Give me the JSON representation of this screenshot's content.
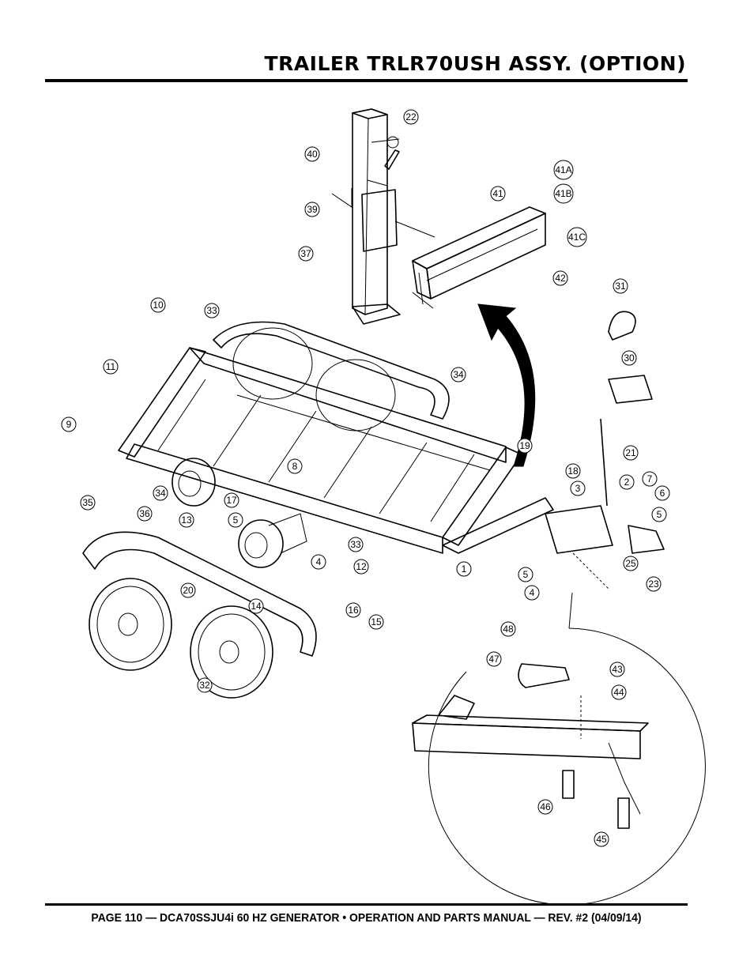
{
  "header": {
    "title": "TRAILER TRLR70USH ASSY. (OPTION)"
  },
  "footer": {
    "text": "PAGE 110 — DCA70SSJU4i 60 HZ GENERATOR • OPERATION AND PARTS MANUAL — REV. #2 (04/09/14)"
  },
  "callouts": {
    "c22": "22",
    "c40": "40",
    "c39": "39",
    "c41A": "41A",
    "c41B": "41B",
    "c41": "41",
    "c41C": "41C",
    "c37": "37",
    "c42": "42",
    "c31": "31",
    "c10": "10",
    "c33a": "33",
    "c30": "30",
    "c11": "11",
    "c34a": "34",
    "c9": "9",
    "c19": "19",
    "c21": "21",
    "c8": "8",
    "c18": "18",
    "c7": "7",
    "c2": "2",
    "c3": "3",
    "c6": "6",
    "c34b": "34",
    "c35": "35",
    "c36": "36",
    "c17": "17",
    "c5a": "5",
    "c5b": "5",
    "c13": "13",
    "c33b": "33",
    "c4a": "4",
    "c12": "12",
    "c1": "1",
    "c25": "25",
    "c5c": "5",
    "c4b": "4",
    "c23": "23",
    "c20": "20",
    "c16": "16",
    "c14": "14",
    "c15": "15",
    "c48": "48",
    "c47": "47",
    "c43": "43",
    "c44": "44",
    "c32": "32",
    "c46": "46",
    "c45": "45"
  }
}
